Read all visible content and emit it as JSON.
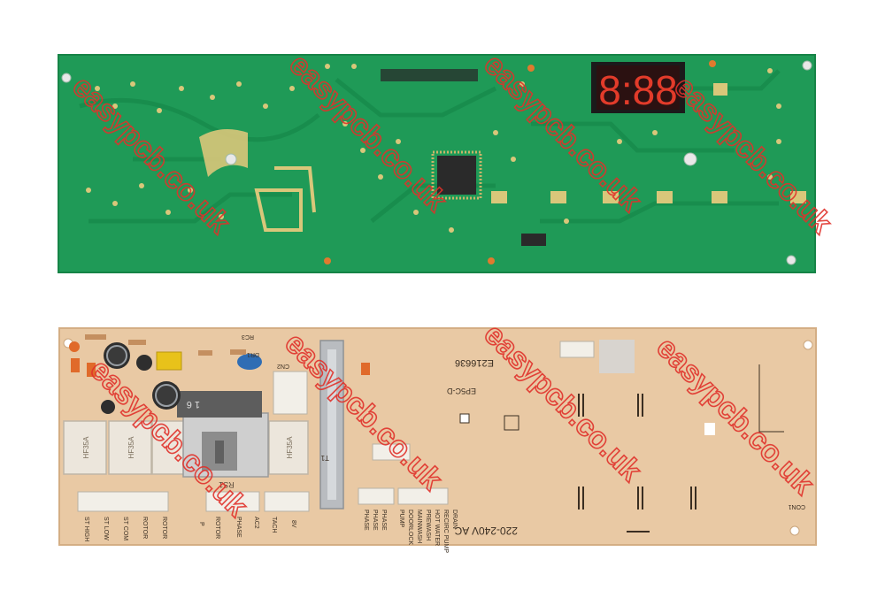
{
  "watermark": {
    "text": "easypcb.co.uk",
    "color": "#e0312b"
  },
  "top_board": {
    "substrate_color": "#1f9a57",
    "display_digits": "8:88"
  },
  "bottom_board": {
    "substrate_color": "#e9c9a4",
    "part_number": "E216636",
    "model_code": "EP5C-D",
    "voltage_rating": "220-240V AC",
    "transformer_marking": "1 6",
    "relay_label": "HF35A",
    "component_labels": {
      "rs1": "RS1",
      "t1": "T1",
      "cn2": "CN2",
      "dr1": "DR1",
      "rc3": "RC3",
      "con1": "CON1"
    },
    "connector_pins": [
      "ST HIGH",
      "ST LOW",
      "ST COM",
      "ROTOR",
      "ROTOR",
      "P",
      "ROTOR",
      "PHASE",
      "AC2",
      "TACH",
      "8V",
      "PHASE",
      "PHASE",
      "PHASE",
      "PUMP",
      "DOORLOCK",
      "MAINWASH",
      "PREWASH",
      "HOT WATER",
      "RECIRC PUMP",
      "DRAIN"
    ]
  }
}
